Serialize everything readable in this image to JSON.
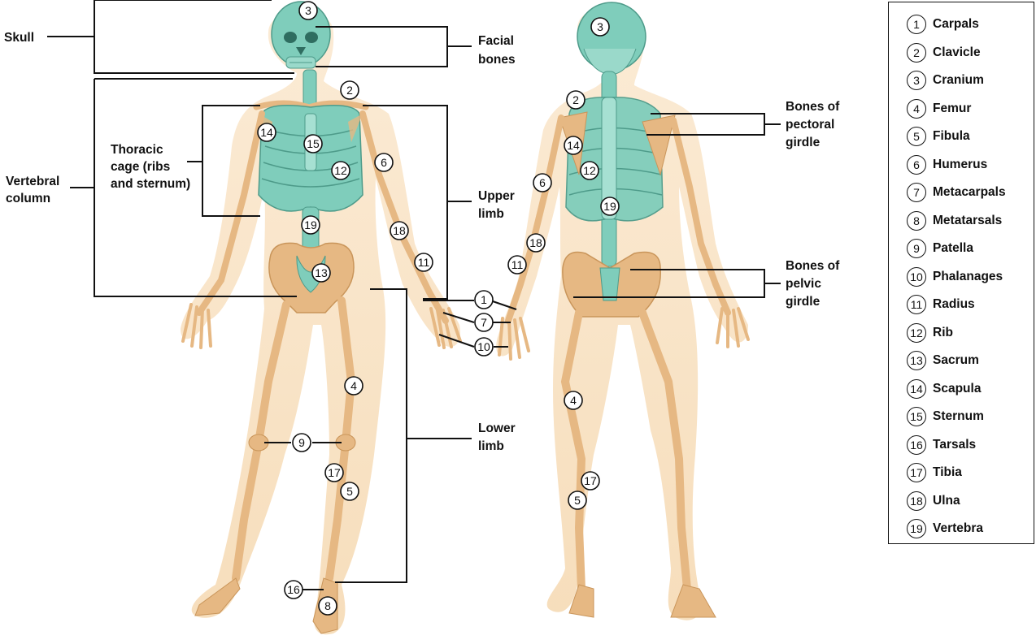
{
  "labels": {
    "skull": "Skull",
    "facial_bones": [
      "Facial",
      "bones"
    ],
    "vertebral_column": [
      "Vertebral",
      "column"
    ],
    "thoracic_cage": [
      "Thoracic",
      "cage (ribs",
      "and sternum)"
    ],
    "upper_limb": [
      "Upper",
      "limb"
    ],
    "lower_limb": [
      "Lower",
      "limb"
    ],
    "pectoral_girdle": [
      "Bones of",
      "pectoral",
      "girdle"
    ],
    "pelvic_girdle": [
      "Bones of",
      "pelvic",
      "girdle"
    ]
  },
  "legend": [
    {
      "n": "1",
      "name": "Carpals"
    },
    {
      "n": "2",
      "name": "Clavicle"
    },
    {
      "n": "3",
      "name": "Cranium"
    },
    {
      "n": "4",
      "name": "Femur"
    },
    {
      "n": "5",
      "name": "Fibula"
    },
    {
      "n": "6",
      "name": "Humerus"
    },
    {
      "n": "7",
      "name": "Metacarpals"
    },
    {
      "n": "8",
      "name": "Metatarsals"
    },
    {
      "n": "9",
      "name": "Patella"
    },
    {
      "n": "10",
      "name": "Phalanages"
    },
    {
      "n": "11",
      "name": "Radius"
    },
    {
      "n": "12",
      "name": "Rib"
    },
    {
      "n": "13",
      "name": "Sacrum"
    },
    {
      "n": "14",
      "name": "Scapula"
    },
    {
      "n": "15",
      "name": "Sternum"
    },
    {
      "n": "16",
      "name": "Tarsals"
    },
    {
      "n": "17",
      "name": "Tibia"
    },
    {
      "n": "18",
      "name": "Ulna"
    },
    {
      "n": "19",
      "name": "Vertebra"
    }
  ],
  "markers": {
    "front": [
      "3",
      "2",
      "14",
      "15",
      "12",
      "6",
      "19",
      "18",
      "11",
      "13",
      "1",
      "7",
      "10",
      "4",
      "9",
      "17",
      "5",
      "16",
      "8"
    ],
    "back": [
      "3",
      "2",
      "14",
      "12",
      "6",
      "19",
      "18",
      "11",
      "4",
      "17",
      "5"
    ]
  },
  "colors": {
    "bone": "#e6b883",
    "axial": "#7fcdbb",
    "body": "#f8e3c6",
    "line": "#111111"
  }
}
